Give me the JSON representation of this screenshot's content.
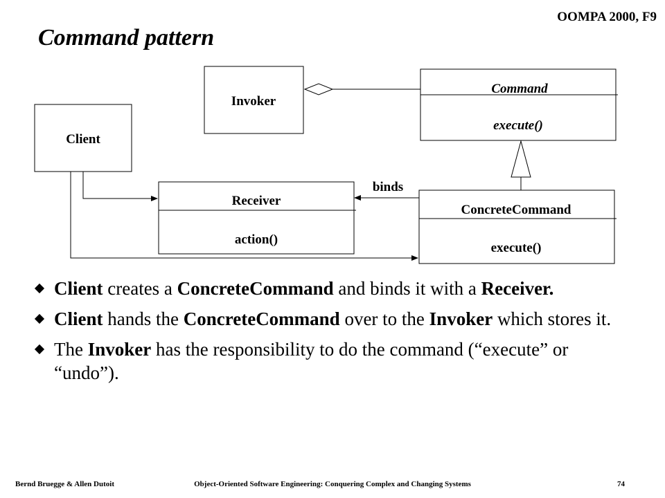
{
  "header": {
    "course": "OOMPA 2000, F9",
    "title": "Command pattern"
  },
  "diagram": {
    "classes": {
      "client": {
        "name": "Client"
      },
      "invoker": {
        "name": "Invoker"
      },
      "command": {
        "name": "Command",
        "operation": "execute()"
      },
      "receiver": {
        "name": "Receiver",
        "operation": "action()"
      },
      "concrete_command": {
        "name": "ConcreteCommand",
        "operation": "execute()"
      }
    },
    "association_label": "binds"
  },
  "bullets": [
    [
      {
        "t": "Client",
        "b": true
      },
      {
        "t": " creates a ",
        "b": false
      },
      {
        "t": "ConcreteCommand",
        "b": true
      },
      {
        "t": " and binds it with a ",
        "b": false
      },
      {
        "t": "Receiver.",
        "b": true
      }
    ],
    [
      {
        "t": "Client",
        "b": true
      },
      {
        "t": " hands the ",
        "b": false
      },
      {
        "t": "ConcreteCommand",
        "b": true
      },
      {
        "t": " over to the ",
        "b": false
      },
      {
        "t": "Invoker",
        "b": true
      },
      {
        "t": " which stores it.",
        "b": false
      }
    ],
    [
      {
        "t": "The ",
        "b": false
      },
      {
        "t": "Invoker",
        "b": true
      },
      {
        "t": " has the responsibility to do the command (“execute” or “undo”).",
        "b": false
      }
    ]
  ],
  "footer": {
    "authors": "Bernd Bruegge & Allen Dutoit",
    "book": "Object-Oriented Software Engineering: Conquering Complex and Changing Systems",
    "page": "74"
  }
}
